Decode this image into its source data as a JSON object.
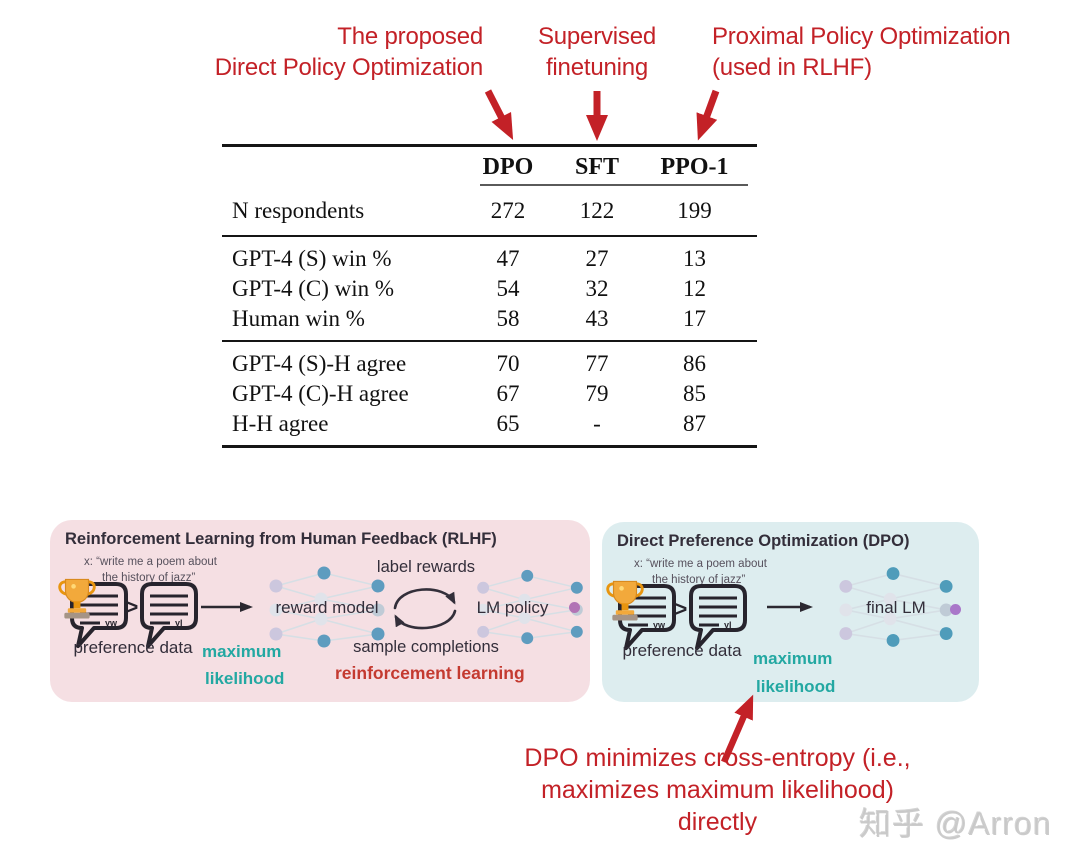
{
  "colors": {
    "annotation_red": "#c32127",
    "teal": "#23a8a2",
    "reinforcement_red": "#c43a30",
    "rlhf_panel_bg": "#f5dfe3",
    "dpo_panel_bg": "#ddedef",
    "table_ink": "#111111"
  },
  "annotations": {
    "dpo": {
      "line1": "The proposed",
      "line2": "Direct Policy Optimization"
    },
    "sft": {
      "line1": "Supervised",
      "line2": "finetuning"
    },
    "ppo": {
      "line1": "Proximal Policy Optimization",
      "line2": "(used in RLHF)"
    },
    "bottom": {
      "line1": "DPO minimizes cross-entropy (i.e.,",
      "line2": "maximizes maximum likelihood)",
      "line3": "directly"
    }
  },
  "table": {
    "columns": [
      "DPO",
      "SFT",
      "PPO-1"
    ],
    "row_n": {
      "label": "N respondents",
      "values": [
        "272",
        "122",
        "199"
      ]
    },
    "section_win": [
      {
        "label": "GPT-4 (S) win %",
        "values": [
          "47",
          "27",
          "13"
        ]
      },
      {
        "label": "GPT-4 (C) win %",
        "values": [
          "54",
          "32",
          "12"
        ]
      },
      {
        "label": "Human win %",
        "values": [
          "58",
          "43",
          "17"
        ]
      }
    ],
    "section_agree": [
      {
        "label": "GPT-4 (S)-H agree",
        "values": [
          "70",
          "77",
          "86"
        ]
      },
      {
        "label": "GPT-4 (C)-H agree",
        "values": [
          "67",
          "79",
          "85"
        ]
      },
      {
        "label": "H-H agree",
        "values": [
          "65",
          "-",
          "87"
        ]
      }
    ]
  },
  "labels": {
    "gt": ">",
    "winner": "yw",
    "loser": "yl"
  },
  "rlhf": {
    "title": "Reinforcement Learning from Human Feedback (RLHF)",
    "prompt1": "x: “write me a poem about",
    "prompt2": "the history of jazz”",
    "preference": "preference data",
    "ml1": "maximum",
    "ml2": "likelihood",
    "reward_model": "reward model",
    "label_rewards": "label rewards",
    "sample_completions": "sample completions",
    "lm_policy": "LM policy",
    "rl": "reinforcement learning"
  },
  "dpo": {
    "title": "Direct Preference Optimization (DPO)",
    "prompt1": "x: “write me a poem about",
    "prompt2": "the history of jazz”",
    "preference": "preference data",
    "ml1": "maximum",
    "ml2": "likelihood",
    "final_lm": "final LM"
  },
  "watermark": "知乎 @Arron"
}
